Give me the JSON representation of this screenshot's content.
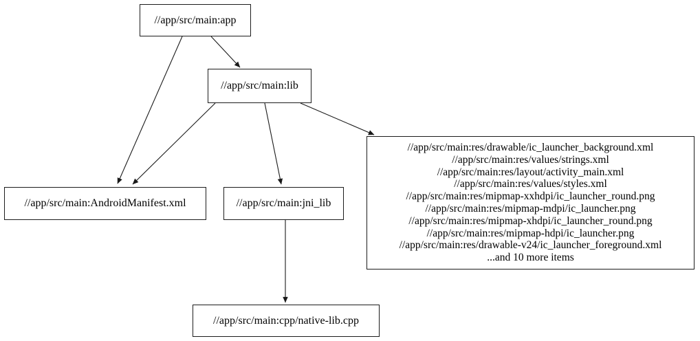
{
  "diagram": {
    "type": "dependency-graph",
    "colors": {
      "background": "#ffffff",
      "node_border": "#1b1b1b",
      "edge": "#1a1a1a",
      "text": "#000000"
    },
    "nodes": {
      "app": {
        "label": "//app/src/main:app"
      },
      "lib": {
        "label": "//app/src/main:lib"
      },
      "manifest": {
        "label": "//app/src/main:AndroidManifest.xml"
      },
      "jni_lib": {
        "label": "//app/src/main:jni_lib"
      },
      "res_group": {
        "lines": [
          "//app/src/main:res/drawable/ic_launcher_background.xml",
          "//app/src/main:res/values/strings.xml",
          "//app/src/main:res/layout/activity_main.xml",
          "//app/src/main:res/values/styles.xml",
          "//app/src/main:res/mipmap-xxhdpi/ic_launcher_round.png",
          "//app/src/main:res/mipmap-mdpi/ic_launcher.png",
          "//app/src/main:res/mipmap-xhdpi/ic_launcher_round.png",
          "//app/src/main:res/mipmap-hdpi/ic_launcher.png",
          "//app/src/main:res/drawable-v24/ic_launcher_foreground.xml",
          "...and 10 more items"
        ]
      },
      "native_cpp": {
        "label": "//app/src/main:cpp/native-lib.cpp"
      }
    },
    "edges": [
      {
        "from": "app",
        "to": "manifest"
      },
      {
        "from": "app",
        "to": "lib"
      },
      {
        "from": "lib",
        "to": "manifest"
      },
      {
        "from": "lib",
        "to": "jni_lib"
      },
      {
        "from": "lib",
        "to": "res_group"
      },
      {
        "from": "jni_lib",
        "to": "native_cpp"
      }
    ]
  }
}
